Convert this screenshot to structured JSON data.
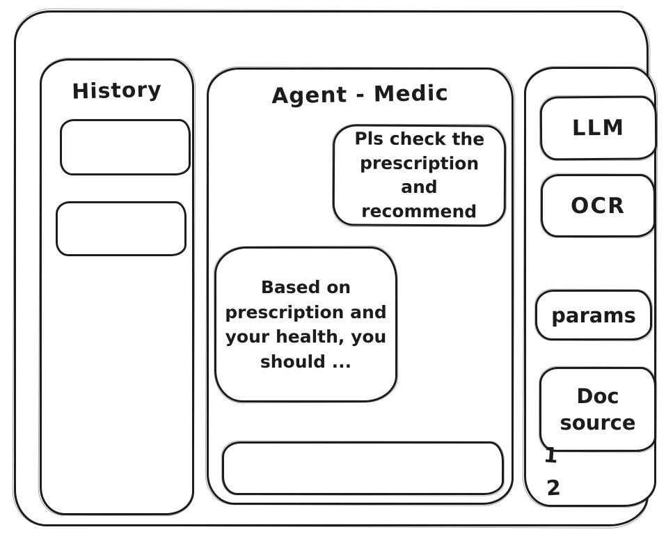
{
  "window": {
    "background": "#ffffff",
    "stroke_color": "#1c1c1c"
  },
  "history_panel": {
    "title": "History",
    "items": [
      {
        "label": ""
      },
      {
        "label": ""
      }
    ]
  },
  "chat_panel": {
    "title": "Agent - Medic",
    "messages": [
      {
        "role": "user",
        "text": "Pls check the prescription and recommend"
      },
      {
        "role": "assistant",
        "text": "Based on prescription and your health, you should ..."
      }
    ],
    "input": {
      "value": "",
      "placeholder": ""
    }
  },
  "tools_panel": {
    "buttons": [
      {
        "id": "llm",
        "label": "LLM"
      },
      {
        "id": "ocr",
        "label": "OCR"
      },
      {
        "id": "params",
        "label": "params"
      },
      {
        "id": "doc-source",
        "label": "Doc source"
      }
    ],
    "doc_list": [
      "1",
      "2"
    ]
  }
}
